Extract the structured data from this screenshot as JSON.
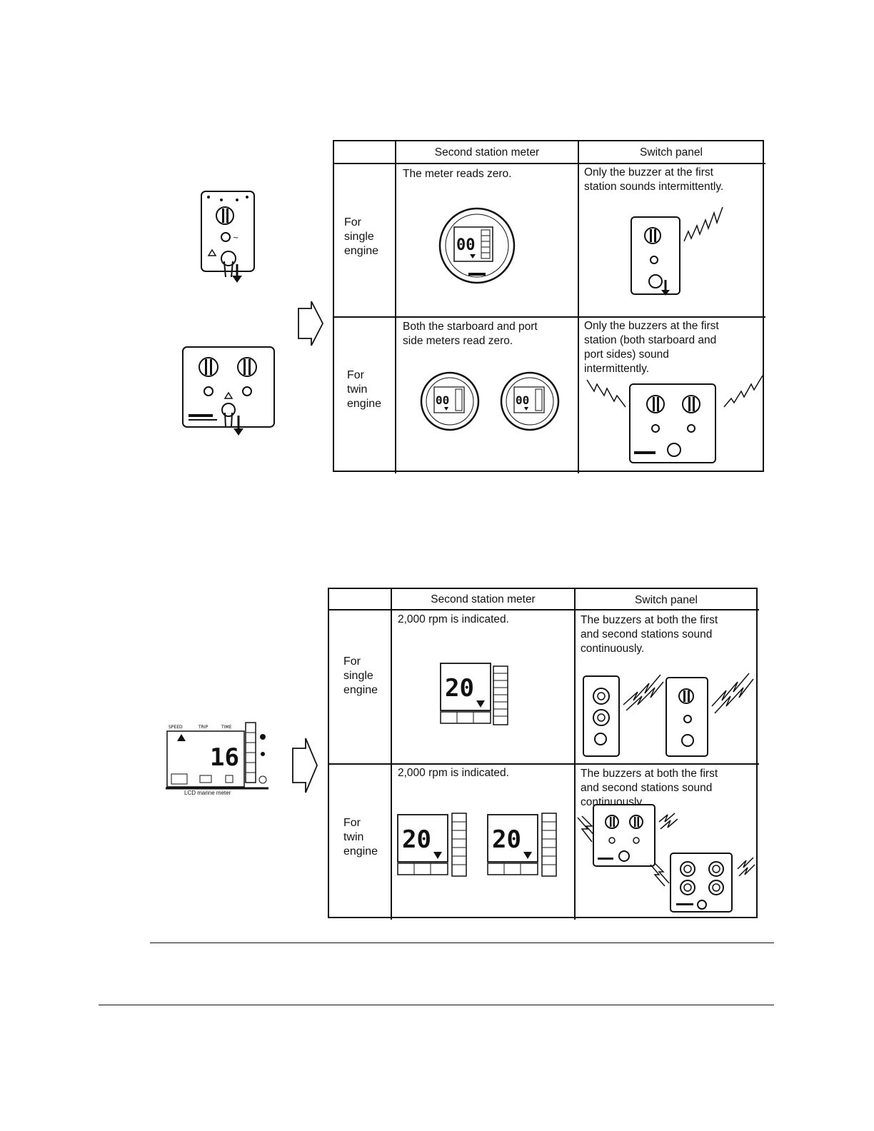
{
  "figure_top": {
    "header": {
      "col_meter": "Second station meter",
      "col_switch": "Switch panel"
    },
    "rows": [
      {
        "label": "For\nsingle\nengine",
        "meter_text": "The meter reads zero.",
        "meter_display": "00",
        "switch_text": "Only the buzzer at the first\nstation sounds intermittently."
      },
      {
        "label": "For\ntwin\nengine",
        "meter_text": "Both the starboard and port\nside meters read zero.",
        "meter_display": "00",
        "switch_text": "Only the buzzers at the first\nstation (both starboard and\nport sides) sound\nintermittently."
      }
    ]
  },
  "figure_bottom": {
    "header": {
      "col_meter": "Second station meter",
      "col_switch": "Switch panel"
    },
    "rows": [
      {
        "label": "For\nsingle\nengine",
        "meter_text": "2,000 rpm is indicated.",
        "meter_display": "20",
        "switch_text": "The buzzers at both the first\nand second stations sound\ncontinuously."
      },
      {
        "label": "For\ntwin\nengine",
        "meter_text": "2,000 rpm is indicated.",
        "meter_display": "20",
        "switch_text": "The buzzers at both the first\nand second stations sound\ncontinuously."
      }
    ],
    "lcd_meter": {
      "display": "16",
      "labels": [
        "SPEED",
        "TRIP",
        "TIME"
      ],
      "caption": "LCD marine meter"
    }
  }
}
